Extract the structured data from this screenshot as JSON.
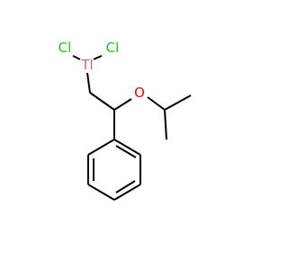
{
  "molecule": {
    "atoms": {
      "chlorine_left": {
        "symbol": "Cl",
        "color": "#22c022"
      },
      "chlorine_right": {
        "symbol": "Cl",
        "color": "#22c022"
      },
      "thallium": {
        "symbol": "Tl",
        "color": "#cc6673"
      },
      "oxygen": {
        "symbol": "O",
        "color": "#ff0000"
      }
    },
    "bond_color": "#000000",
    "ring": "phenyl"
  }
}
